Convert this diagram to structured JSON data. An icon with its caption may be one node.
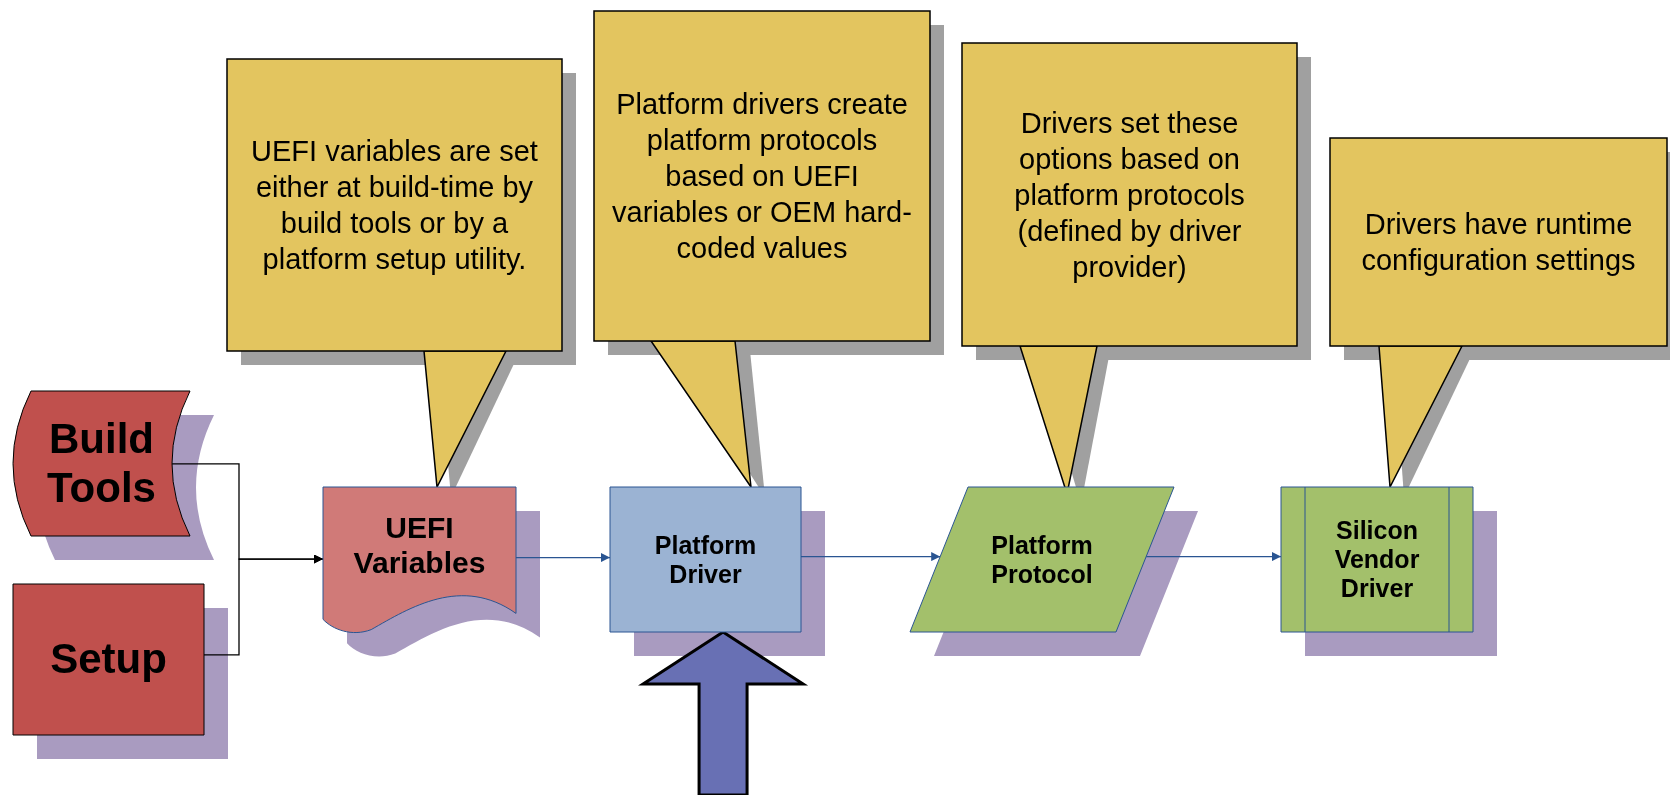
{
  "diagram": {
    "nodes": [
      {
        "text": [
          "UEFI variables are set either at build-time by build tools or by a platform setup utility."
        ]
      },
      {
        "text": [
          "Platform drivers create platform protocols based on UEFI variables or OEM hard-coded values"
        ]
      },
      {
        "text": [
          "Drivers set these options based on platform protocols (defined by driver provider)"
        ]
      },
      {
        "text": [
          "Drivers have runtime configuration settings"
        ]
      },
      {
        "text": [
          "Build Tools"
        ]
      },
      {
        "text": [
          "Setup"
        ]
      },
      {
        "text": [
          "UEFI Variables"
        ]
      },
      {
        "text": [
          "Platform Driver"
        ]
      },
      {
        "text": [
          "Platform Protocol"
        ]
      },
      {
        "text": [
          "Silicon Vendor Driver"
        ]
      }
    ],
    "edges": [
      {
        "from": 4,
        "to": 6,
        "arrow": "to",
        "color": "#000000"
      },
      {
        "from": 5,
        "to": 6,
        "arrow": "to",
        "color": "#000000"
      },
      {
        "from": 6,
        "to": 7,
        "arrow": "to"
      },
      {
        "from": 7,
        "to": 8,
        "arrow": "to"
      },
      {
        "from": 8,
        "to": 9,
        "arrow": "to"
      },
      {
        "from": null,
        "to": 7,
        "arrow": "to",
        "style": "thick",
        "color": "#6870b4"
      },
      {
        "from": 0,
        "to": 6,
        "arrow": "to",
        "style": "thick",
        "color": "#e3c55f"
      },
      {
        "from": 1,
        "to": 7,
        "arrow": "to",
        "style": "thick",
        "color": "#e3c55f"
      },
      {
        "from": 2,
        "to": 8,
        "arrow": "to",
        "style": "thick",
        "color": "#e3c55f"
      },
      {
        "from": 3,
        "to": 9,
        "arrow": "to",
        "style": "thick",
        "color": "#e3c55f"
      }
    ]
  }
}
